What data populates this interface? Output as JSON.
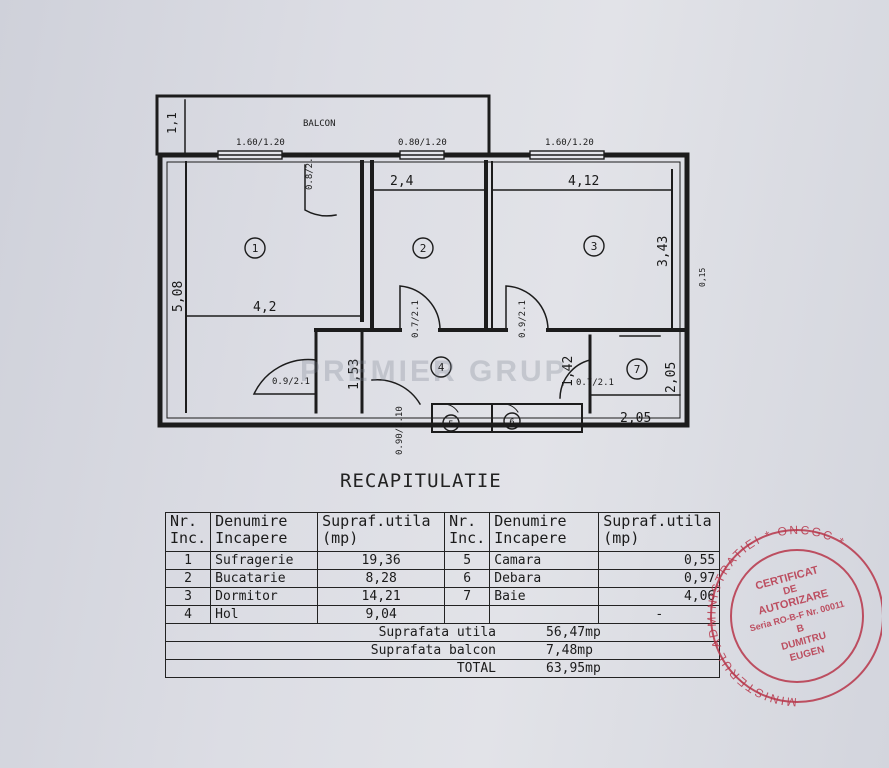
{
  "plan": {
    "balcony_label": "BALCON",
    "balcony_depth": "1,1",
    "windows": [
      "1.60/1.20",
      "0.80/1.20",
      "1.60/1.20"
    ],
    "doors": [
      "0.8/2.1",
      "0.7/2.1",
      "0.9/2.1",
      "0.9/2.1",
      "0.7/2.1",
      "0.90/2.10"
    ],
    "dimensions": {
      "d_5_08": "5,08",
      "d_4_2": "4,2",
      "d_2_4": "2,4",
      "d_4_12": "4,12",
      "d_3_43": "3,43",
      "d_0_15": "0,15",
      "d_1_53": "1,53",
      "d_1_42": "1,42",
      "d_2_05_v": "2,05",
      "d_2_05_h": "2,05"
    },
    "room_numbers": [
      "1",
      "2",
      "3",
      "4",
      "5",
      "6",
      "7"
    ]
  },
  "watermark": "PREMIER GRUP",
  "recap": {
    "title": "RECAPITULATIE",
    "headers": {
      "nr": "Nr. Inc.",
      "name": "Denumire Incapere",
      "area": "Supraf.utila (mp)"
    },
    "rows_left": [
      {
        "nr": "1",
        "name": "Sufragerie",
        "area": "19,36"
      },
      {
        "nr": "2",
        "name": "Bucatarie",
        "area": "8,28"
      },
      {
        "nr": "3",
        "name": "Dormitor",
        "area": "14,21"
      },
      {
        "nr": "4",
        "name": "Hol",
        "area": "9,04"
      }
    ],
    "rows_right": [
      {
        "nr": "5",
        "name": "Camara",
        "area": "0,55"
      },
      {
        "nr": "6",
        "name": "Debara",
        "area": "0,97"
      },
      {
        "nr": "7",
        "name": "Baie",
        "area": "4,06"
      },
      {
        "nr": "",
        "name": "",
        "area": "-"
      }
    ],
    "totals": [
      {
        "label": "Suprafata utila",
        "value": "56,47mp"
      },
      {
        "label": "Suprafata balcon",
        "value": "7,48mp"
      },
      {
        "label": "TOTAL",
        "value": "63,95mp"
      }
    ]
  },
  "stamp": {
    "ring_text": "MINISTERUL ADMINISTRATIEI * ONCGC *",
    "lines": [
      "CERTIFICAT",
      "DE",
      "AUTORIZARE",
      "Seria RO-B-F Nr. 00011",
      "B",
      "DUMITRU",
      "EUGEN"
    ],
    "color": "#b8364a"
  }
}
